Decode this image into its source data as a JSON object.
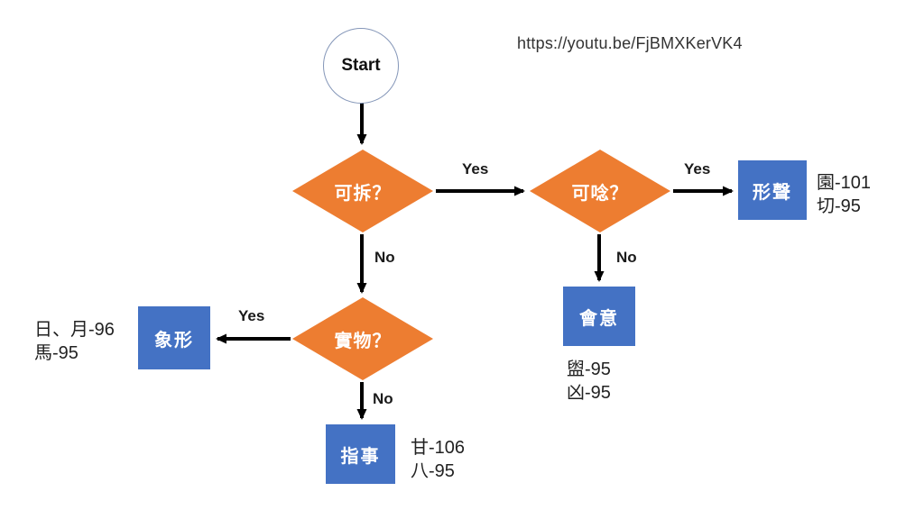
{
  "url": "https://youtu.be/FjBMXKerVK4",
  "colors": {
    "diamond_fill": "#ED7D31",
    "box_fill": "#4472C4",
    "arrow": "#000000",
    "circle_border": "#8496B8"
  },
  "nodes": {
    "start": {
      "label": "Start"
    },
    "decision_split": {
      "label": "可拆？"
    },
    "decision_pronounce": {
      "label": "可唸？"
    },
    "decision_object": {
      "label": "實物？"
    },
    "result_phono_semantic": {
      "label": "形聲",
      "examples": [
        "園-101",
        "切-95"
      ]
    },
    "result_compound_ideograph": {
      "label": "會意",
      "examples": [
        "盥-95",
        "凶-95"
      ]
    },
    "result_pictogram": {
      "label": "象形",
      "examples": [
        "日、月-96",
        "馬-95"
      ]
    },
    "result_indicative": {
      "label": "指事",
      "examples": [
        "甘-106",
        "八-95"
      ]
    }
  },
  "edges": {
    "split_yes": "Yes",
    "split_no": "No",
    "pronounce_yes": "Yes",
    "pronounce_no": "No",
    "object_yes": "Yes",
    "object_no": "No"
  }
}
